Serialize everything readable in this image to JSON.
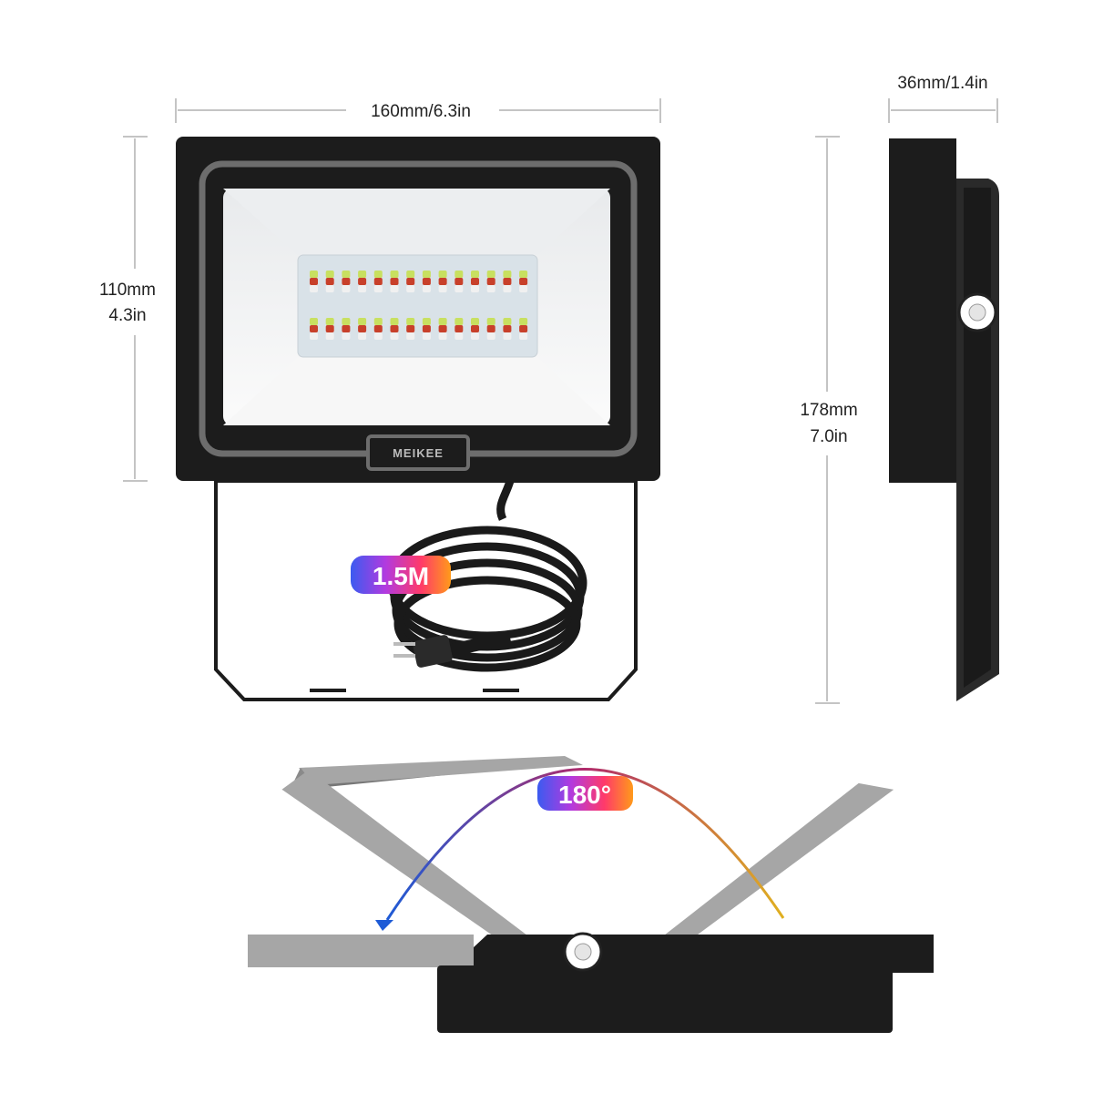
{
  "dimensions": {
    "width": "160mm/6.3in",
    "height_mm": "110mm",
    "height_in": "4.3in",
    "depth": "36mm/1.4in",
    "total_height_mm": "178mm",
    "total_height_in": "7.0in"
  },
  "brand": "MEIKEE",
  "cable_length": "1.5M",
  "rotation_angle": "180°",
  "led_count_per_row": 14,
  "led_rows": 2,
  "colors": {
    "body": "#1c1c1c",
    "frame": "#6d6d6d",
    "panel": "#f2f3f4",
    "arm": "#a6a6a6",
    "badge_start": "#4a3bd6",
    "badge_end": "#ff8a1c"
  }
}
